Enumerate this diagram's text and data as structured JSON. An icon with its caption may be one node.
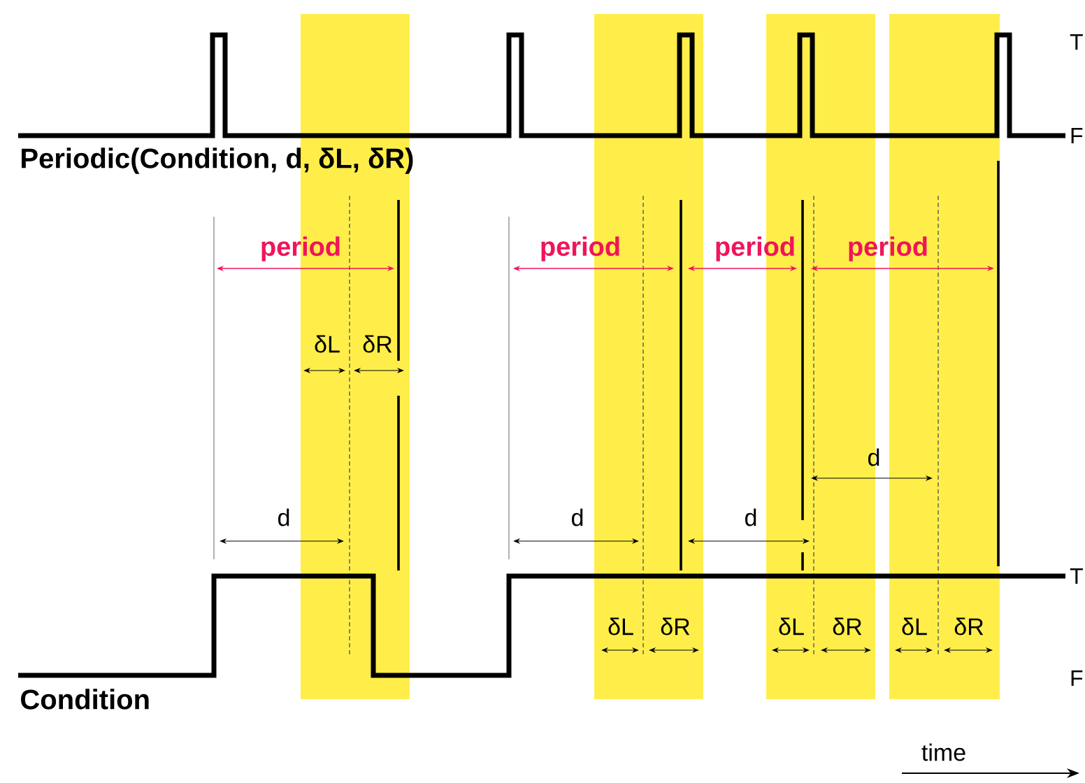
{
  "diagram": {
    "labels": [
      "T",
      "Periodic(Condition, d, δL, δR)",
      "F",
      "period",
      "period",
      "period",
      "period",
      "δL",
      "δR",
      "d",
      "d",
      "d",
      "d",
      "T",
      "δL",
      "δR",
      "δL",
      "δR",
      "δL",
      "δR",
      "Condition",
      "F",
      "time"
    ]
  }
}
